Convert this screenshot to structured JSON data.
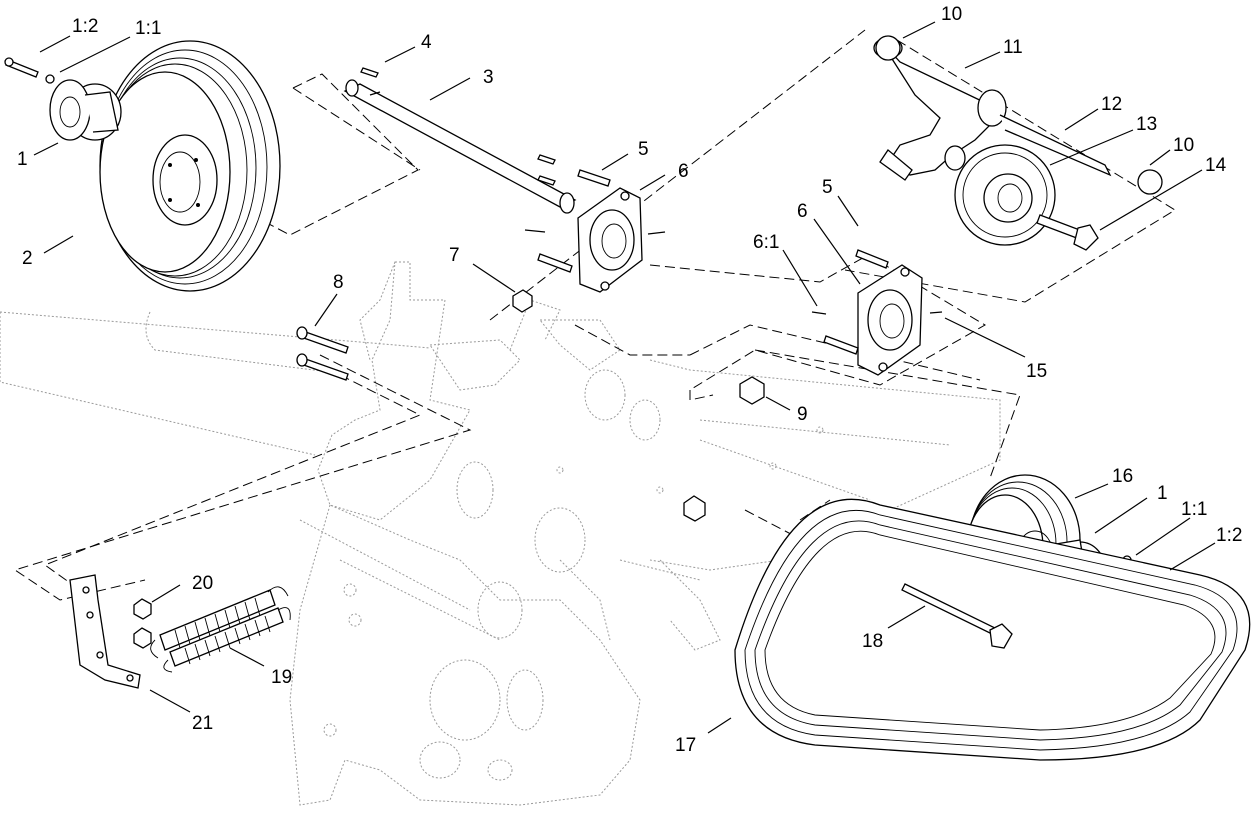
{
  "diagram": {
    "callouts": {
      "c1_2_top": "1:2",
      "c1_1_top": "1:1",
      "c1_top": "1",
      "c2": "2",
      "c3": "3",
      "c4": "4",
      "c5_top": "5",
      "c6_top": "6",
      "c7": "7",
      "c8": "8",
      "c9": "9",
      "c10_top": "10",
      "c10_right": "10",
      "c11": "11",
      "c12": "12",
      "c13": "13",
      "c14": "14",
      "c5_mid": "5",
      "c6_mid": "6",
      "c6_1": "6:1",
      "c15": "15",
      "c16": "16",
      "c1_bottom": "1",
      "c1_1_bottom": "1:1",
      "c1_2_bottom": "1:2",
      "c17": "17",
      "c18": "18",
      "c19": "19",
      "c20": "20",
      "c21": "21"
    }
  }
}
